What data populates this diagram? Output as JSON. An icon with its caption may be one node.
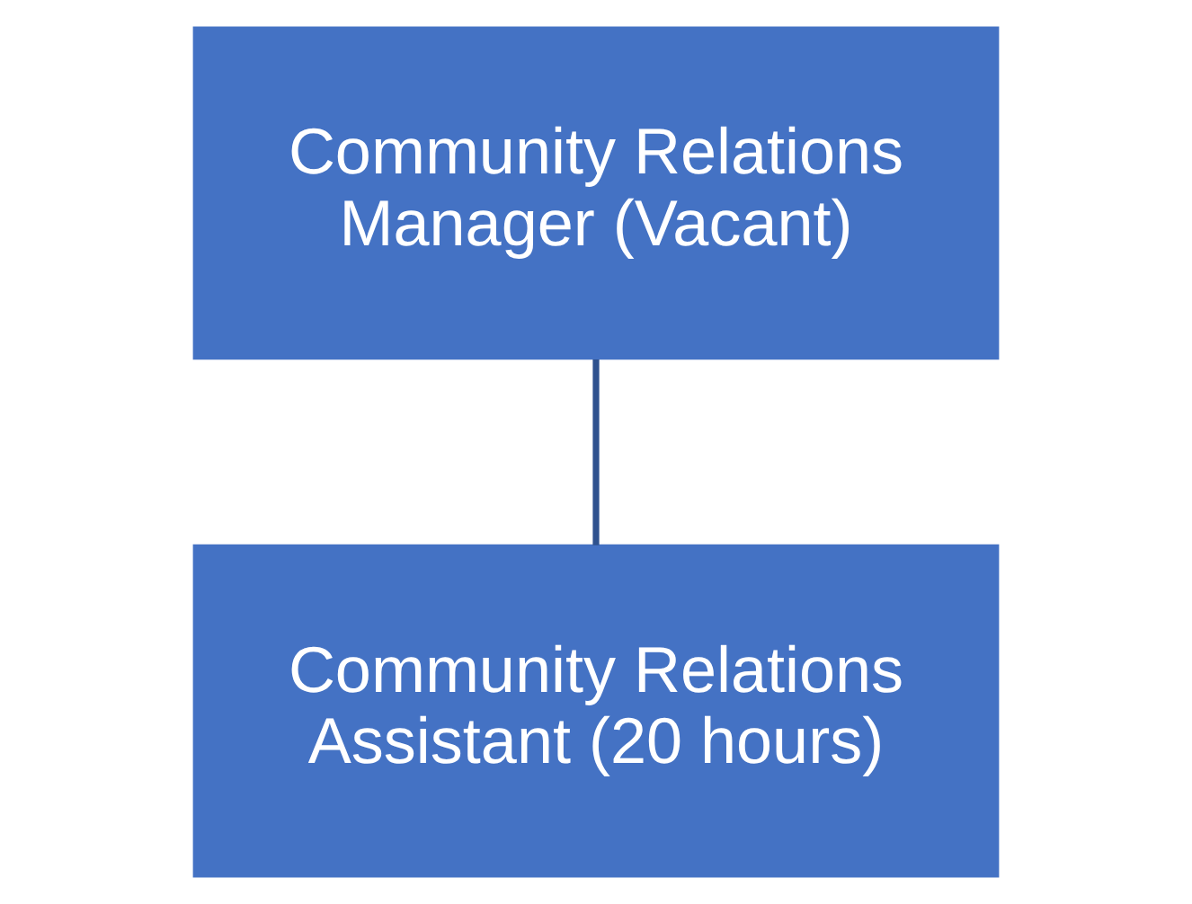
{
  "diagram": {
    "nodes": [
      {
        "text": [
          "Community Relations Manager (Vacant)"
        ]
      },
      {
        "text": [
          "Community Relations Assistant (20 hours)"
        ]
      }
    ],
    "edges": [
      {
        "from": 0,
        "to": 1,
        "arrow": "none"
      }
    ]
  }
}
